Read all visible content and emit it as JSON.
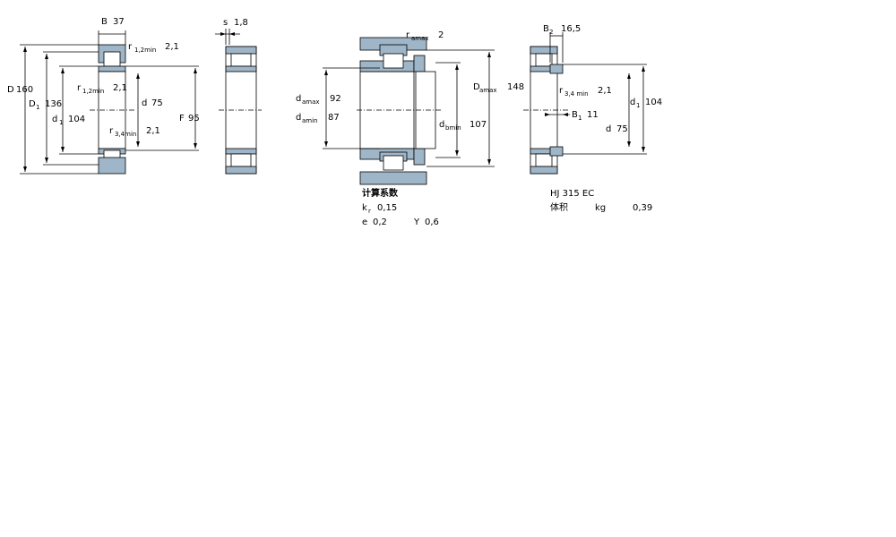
{
  "view1": {
    "B_label": "B",
    "B_value": "37",
    "r12_top_label": "r",
    "r12_top_sub": "1,2min",
    "r12_top_value": "2,1",
    "D_label": "D",
    "D_value": "160",
    "D1_label": "D",
    "D1_sub": "1",
    "D1_value": "136",
    "r12_mid_label": "r",
    "r12_mid_sub": "1,2min",
    "r12_mid_value": "2,1",
    "d_label": "d",
    "d_value": "75",
    "d1_label": "d",
    "d1_sub": "1",
    "d1_value": "104",
    "F_label": "F",
    "F_value": "95",
    "r34_label": "r",
    "r34_sub": "3,4min",
    "r34_value": "2,1"
  },
  "view2": {
    "s_label": "s",
    "s_value": "1,8"
  },
  "view3": {
    "ra_label": "r",
    "ra_sub": "amax",
    "ra_value": "2",
    "da_max_label": "d",
    "da_max_sub": "amax",
    "da_max_value": "92",
    "da_min_label": "d",
    "da_min_sub": "amin",
    "da_min_value": "87",
    "Da_label": "D",
    "Da_sub": "amax",
    "Da_value": "148",
    "db_label": "d",
    "db_sub": "bmin",
    "db_value": "107"
  },
  "view4": {
    "B2_label": "B",
    "B2_sub": "2",
    "B2_value": "16,5",
    "r34_label": "r",
    "r34_sub": "3,4 min",
    "r34_value": "2,1",
    "d1_label": "d",
    "d1_sub": "1",
    "d1_value": "104",
    "B1_label": "B",
    "B1_sub": "1",
    "B1_value": "11",
    "d_label": "d",
    "d_value": "75"
  },
  "calc": {
    "title": "计算系数",
    "kr_label": "k",
    "kr_sub": "r",
    "kr_value": "0,15",
    "e_label": "e",
    "e_value": "0,2",
    "Y_label": "Y",
    "Y_value": "0,6"
  },
  "ring": {
    "designation": "HJ 315 EC",
    "mass_label": "体积",
    "mass_unit": "kg",
    "mass_value": "0,39"
  },
  "colors": {
    "steel": "#9fb6c8",
    "line": "#000000"
  }
}
